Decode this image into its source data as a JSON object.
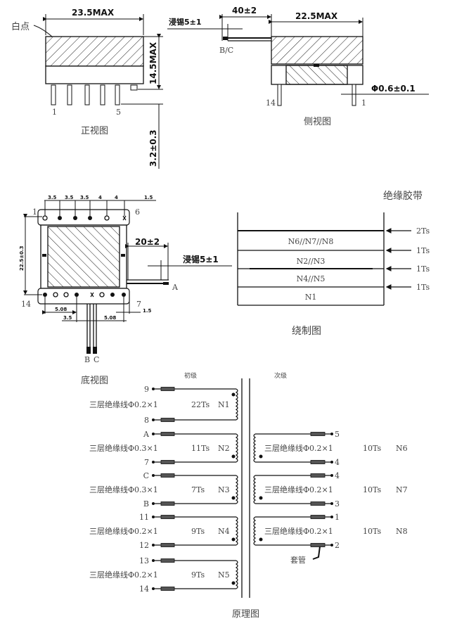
{
  "front_view": {
    "title": "正视图",
    "white_dot_label": "白点",
    "width_dim": "23.5MAX",
    "height_dim": "14.5MAX",
    "pin_length_dim": "3.2±0.3",
    "pin_labels": [
      "1",
      "5"
    ]
  },
  "side_view": {
    "title": "侧视图",
    "strip_dim": "浸锡5±1",
    "lead_length_dim": "40±2",
    "width_dim": "22.5MAX",
    "pin_dia_dim": "Φ0.6±0.1",
    "lead_label": "B/C",
    "pin_labels": [
      "14",
      "1"
    ]
  },
  "bottom_view": {
    "title": "底视图",
    "top_pitch_dims": [
      "3.5",
      "3.5",
      "3.5",
      "4",
      "4"
    ],
    "right_edge_dim": "1.5",
    "height_dim": "22.5±0.3",
    "lead_length_dim": "20±2",
    "strip_dim": "浸锡5±1",
    "lead_label": "A",
    "bottom_dims": [
      "5.08",
      "3.5",
      "5.08",
      "1.5"
    ],
    "bottom_lead_labels": [
      "B",
      "C"
    ],
    "pin_labels": [
      "1",
      "6",
      "14",
      "7"
    ]
  },
  "winding_diagram": {
    "title": "绕制图",
    "tape_label": "绝缘胶带",
    "layers": [
      "N6//N7//N8",
      "N2//N3",
      "N4//N5",
      "N1"
    ],
    "tape_turns": [
      "2Ts",
      "1Ts",
      "1Ts",
      "1Ts"
    ]
  },
  "schematic": {
    "title": "原理图",
    "primary_label": "初级",
    "secondary_label": "次级",
    "sleeve_label": "套管",
    "primary_windings": [
      {
        "name": "N1",
        "spec": "三层绝缘线Φ0.2×1",
        "turns": "22Ts",
        "pins": [
          "9",
          "8"
        ]
      },
      {
        "name": "N2",
        "spec": "三层绝缘线Φ0.3×1",
        "turns": "11Ts",
        "pins": [
          "A",
          "7"
        ]
      },
      {
        "name": "N3",
        "spec": "三层绝缘线Φ0.3×1",
        "turns": "7Ts",
        "pins": [
          "C",
          "B"
        ]
      },
      {
        "name": "N4",
        "spec": "三层绝缘线Φ0.2×1",
        "turns": "9Ts",
        "pins": [
          "11",
          "12"
        ]
      },
      {
        "name": "N5",
        "spec": "三层绝缘线Φ0.2×1",
        "turns": "9Ts",
        "pins": [
          "13",
          "14"
        ]
      }
    ],
    "secondary_windings": [
      {
        "name": "N6",
        "spec": "三层绝缘线Φ0.2×1",
        "turns": "10Ts",
        "pins": [
          "5",
          "4"
        ]
      },
      {
        "name": "N7",
        "spec": "三层绝缘线Φ0.2×1",
        "turns": "10Ts",
        "pins": [
          "4",
          "3"
        ]
      },
      {
        "name": "N8",
        "spec": "三层绝缘线Φ0.2×1",
        "turns": "10Ts",
        "pins": [
          "1",
          "2"
        ]
      }
    ]
  }
}
